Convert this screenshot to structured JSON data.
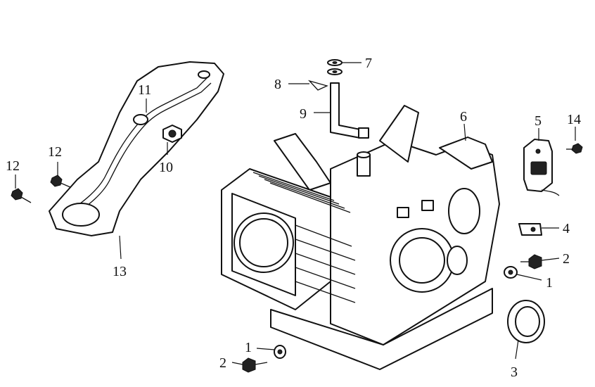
{
  "callouts": {
    "c1a": "1",
    "c1b": "1",
    "c2a": "2",
    "c2b": "2",
    "c3": "3",
    "c4": "4",
    "c5": "5",
    "c6": "6",
    "c7": "7",
    "c8": "8",
    "c9": "9",
    "c10": "10",
    "c11": "11",
    "c12a": "12",
    "c12b": "12",
    "c13": "13",
    "c14": "14"
  }
}
